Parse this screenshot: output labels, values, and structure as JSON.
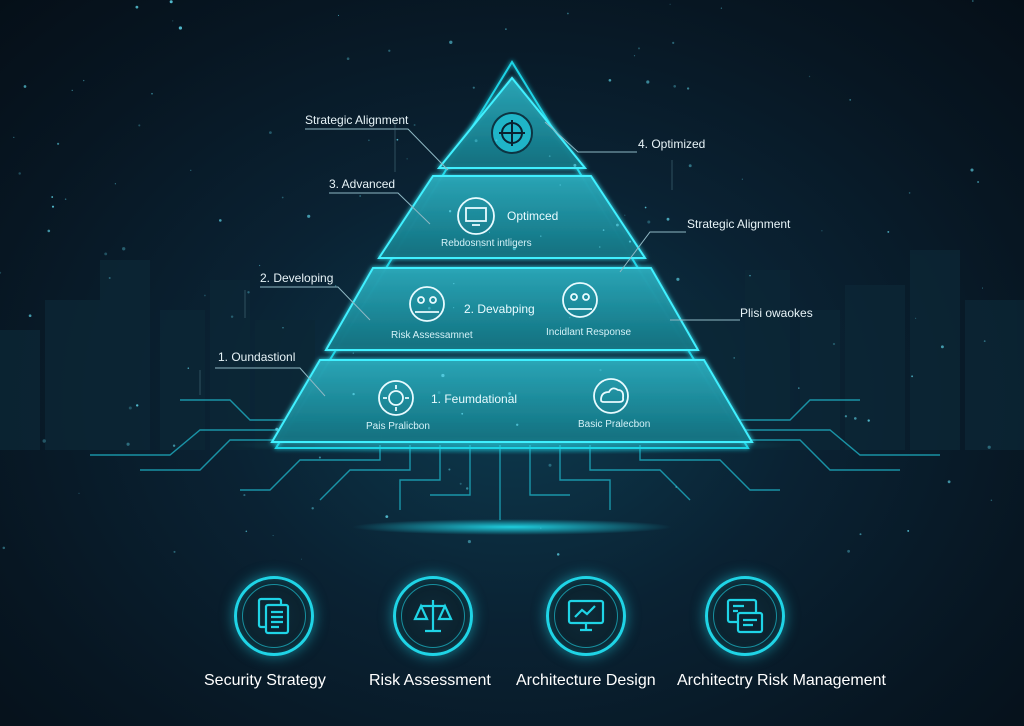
{
  "callouts": {
    "left_strategic": "Strategic Alignment",
    "left_advanced": "3. Advanced",
    "left_developing": "2. Developing",
    "left_foundational": "1. Oundastionl",
    "right_optimized": "4. Optimized",
    "right_strategic": "Strategic Alignment",
    "right_pisi": "Plisi owaokes"
  },
  "tiers": {
    "tier3": {
      "title": "Optimced",
      "subtitle": "Rebdosnsnt intligers"
    },
    "tier2": {
      "title": "2. Devabping",
      "left_label": "Risk Assessamnet",
      "right_label": "Incidlant Response"
    },
    "tier1": {
      "title": "1. Feumdational",
      "left_label": "Pais Pralicbon",
      "right_label": "Basic Pralecbon"
    }
  },
  "categories": [
    {
      "label": "Security Strategy",
      "icon": "document-icon"
    },
    {
      "label": "Risk Assessment",
      "icon": "scales-icon"
    },
    {
      "label": "Architecture Design",
      "icon": "monitor-chart-icon"
    },
    {
      "label": "Architectry Risk Management",
      "icon": "dashboard-icon"
    }
  ],
  "colors": {
    "accent": "#1fd4e6",
    "tier_fill": "#1a8a9c",
    "background": "#071622"
  }
}
